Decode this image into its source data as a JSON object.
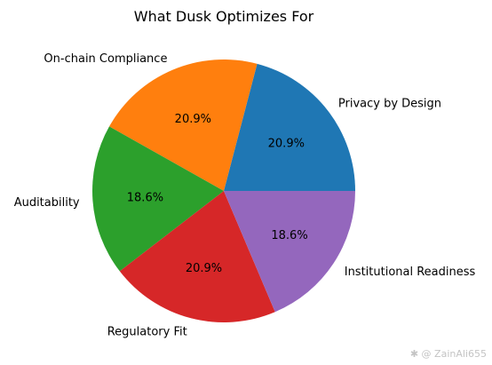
{
  "chart_data": {
    "type": "pie",
    "title": "What Dusk Optimizes For",
    "start_angle_deg": 0,
    "direction": "counterclockwise",
    "slices": [
      {
        "label": "Privacy by Design",
        "value": 20.9,
        "pct_label": "20.9%",
        "color": "#1f77b4"
      },
      {
        "label": "On-chain Compliance",
        "value": 20.9,
        "pct_label": "20.9%",
        "color": "#ff7f0e"
      },
      {
        "label": "Auditability",
        "value": 18.6,
        "pct_label": "18.6%",
        "color": "#2ca02c"
      },
      {
        "label": "Regulatory Fit",
        "value": 20.9,
        "pct_label": "20.9%",
        "color": "#d62728"
      },
      {
        "label": "Institutional Readiness",
        "value": 18.6,
        "pct_label": "18.6%",
        "color": "#9467bd"
      }
    ]
  },
  "watermark": "✱ @ ZainAli655"
}
